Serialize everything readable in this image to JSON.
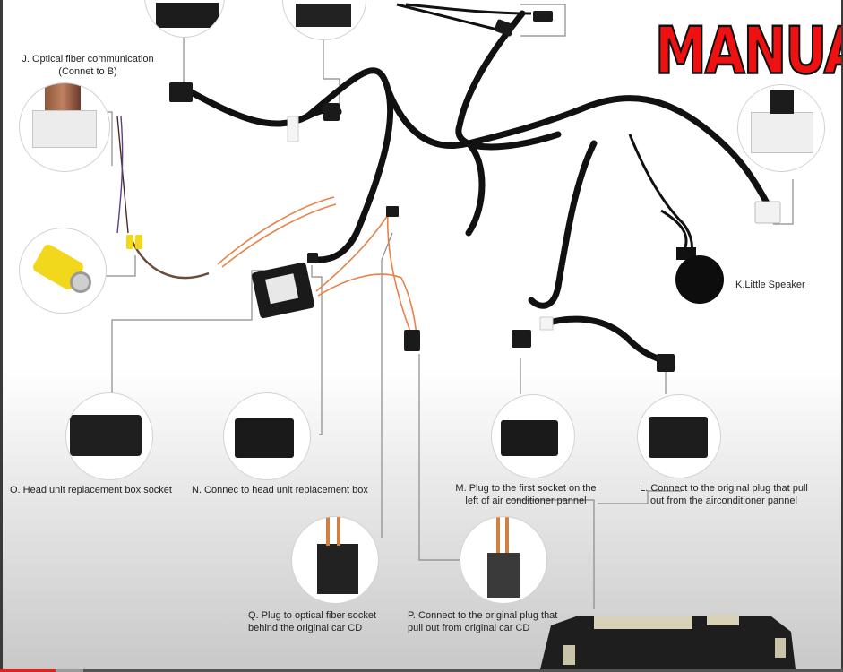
{
  "overlay": {
    "stamp_text": "MANUAL"
  },
  "labels": {
    "J": {
      "line1": "J. Optical fiber communication",
      "line2": "(Connet to B)"
    },
    "K": {
      "line1": "K.Little Speaker"
    },
    "L": {
      "line1": "L. Connect to the original plug that pull",
      "line2": "out from the airconditioner pannel"
    },
    "M": {
      "line1": "M. Plug to the first socket on the",
      "line2": "left of air conditioner pannel"
    },
    "N": {
      "line1": "N. Connec to head unit replacement box"
    },
    "O": {
      "line1": "O. Head unit replacement box socket"
    },
    "P": {
      "line1": "P. Connect to the original plug that",
      "line2": "pull out from original car CD"
    },
    "Q": {
      "line1": "Q. Plug to optical fiber socket",
      "line2": "behind the original car CD"
    }
  },
  "colors": {
    "stamp": "#ee1111",
    "harness": "#111111",
    "fiber": "#e8824a",
    "rca_yellow": "#f2d81c",
    "progress_played": "#e62117"
  },
  "player": {
    "progress_played_pct": 6.6,
    "progress_buffered_pct": 9.9
  }
}
